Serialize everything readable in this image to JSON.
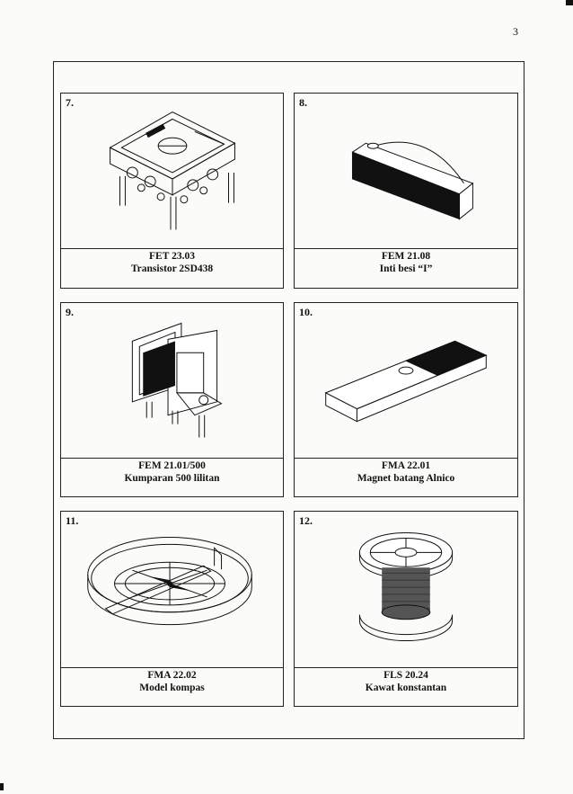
{
  "page_number": "3",
  "items": [
    {
      "number": "7.",
      "code": "FET 23.03",
      "name": "Transistor 2SD438"
    },
    {
      "number": "8.",
      "code": "FEM 21.08",
      "name": "Inti besi “I”"
    },
    {
      "number": "9.",
      "code": "FEM 21.01/500",
      "name": "Kumparan 500 lilitan"
    },
    {
      "number": "10.",
      "code": "FMA 22.01",
      "name": "Magnet batang Alnico"
    },
    {
      "number": "11.",
      "code": "FMA 22.02",
      "name": "Model kompas"
    },
    {
      "number": "12.",
      "code": "FLS 20.24",
      "name": "Kawat konstantan"
    }
  ],
  "icons": [
    "transistor-drawing",
    "iron-core-drawing",
    "coil-drawing",
    "bar-magnet-drawing",
    "compass-drawing",
    "wire-spool-drawing"
  ]
}
